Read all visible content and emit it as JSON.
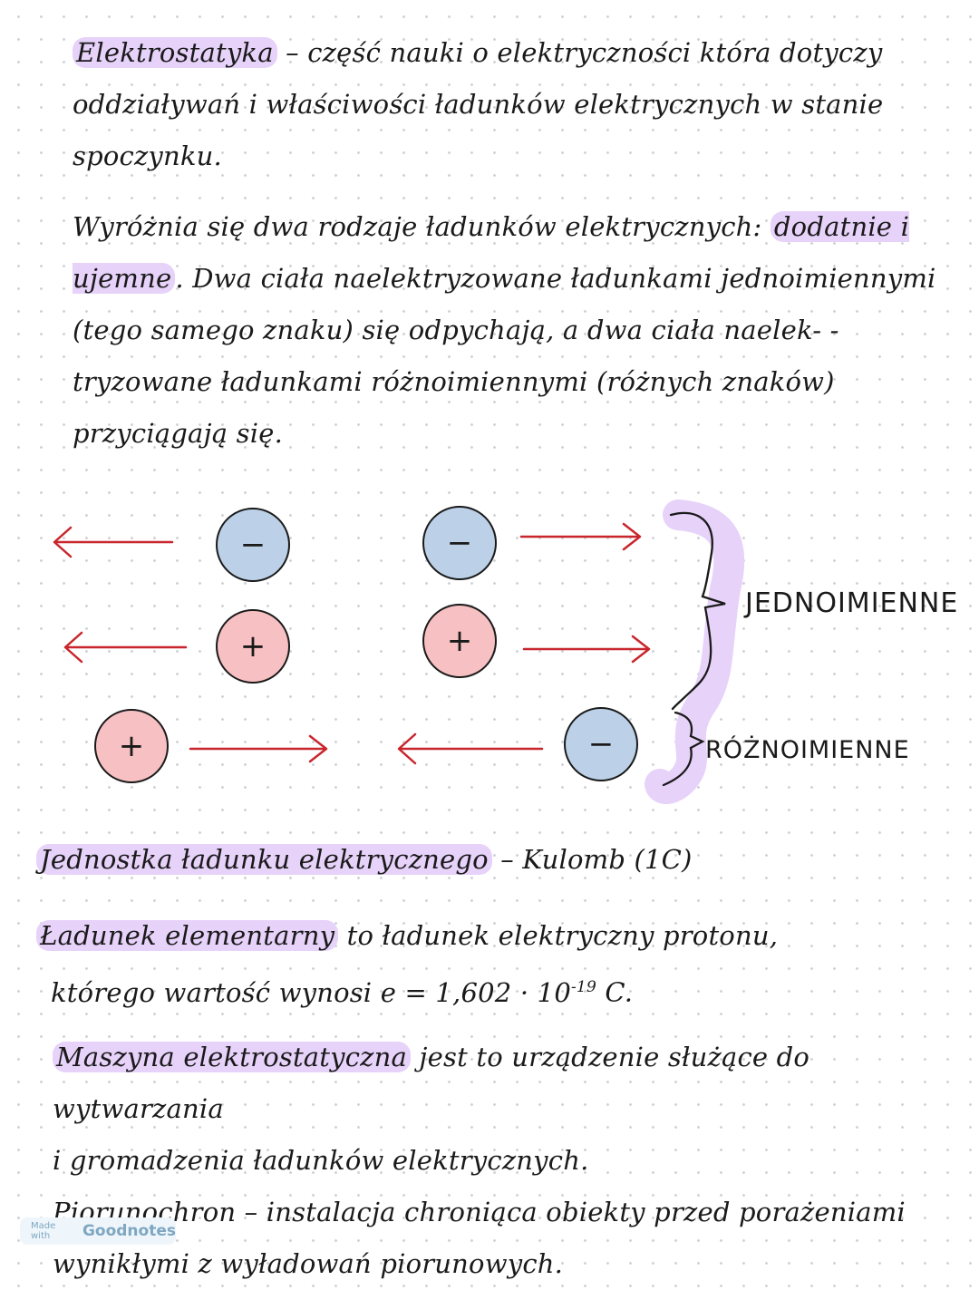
{
  "notes": {
    "intro": {
      "term": "Elektrostatyka",
      "text1": " – część nauki o elektryczności która dotyczy",
      "line2": "oddziaływań i właściwości ładunków elektrycznych w stanie",
      "line3": "spoczynku."
    },
    "charges": {
      "p1": "Wyróżnia się dwa rodzaje ładunków elektrycznych: ",
      "hl": "dodatnie i ujemne",
      "p2": ". Dwa ciała naelektryzowane ładunkami jednoimiennymi (tego samego znaku) się odpychają, a dwa ciała naelek- -tryzowane ładunkami różnoimiennymi (różnych znaków) przyciągają się."
    },
    "unit": {
      "term": "Jednostka ładunku elektrycznego",
      "text": " – Kulomb (1C)"
    },
    "elementary": {
      "term": "Ładunek elementarny",
      "text": " to ładunek elektryczny protonu,",
      "line2": "którego wartość wynosi e = 1,602 · 10",
      "exp": "-19",
      "tail": " C."
    },
    "machine": {
      "term": "Maszyna elektrostatyczna",
      "text": " jest to urządzenie służące do wytwarzania",
      "line2": "i gromadzenia ładunków elektrycznych."
    },
    "lightning": {
      "line1": "Piorunochron – instalacja chroniąca obiekty przed porażeniami",
      "line2": "wynikłymi z wyładowań piorunowych."
    }
  },
  "diagram": {
    "neg_sign": "−",
    "pos_sign": "+",
    "label_same": "JEDNOIMIENNE",
    "label_opposite": "RÓŻNOIMIENNE",
    "colors": {
      "negative": "#bcd1e8",
      "positive": "#f7c0c2",
      "arrow": "#c8262c",
      "highlight": "#e7d2fa"
    }
  },
  "footer": {
    "made_with": "Made with",
    "brand": "Goodnotes"
  }
}
